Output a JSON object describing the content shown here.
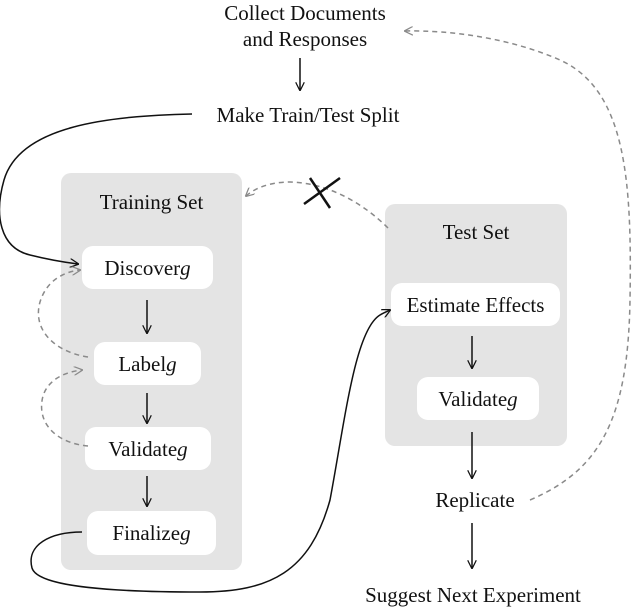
{
  "top": {
    "line1": "Collect Documents",
    "line2": "and Responses"
  },
  "split": {
    "label": "Make Train/Test Split"
  },
  "training": {
    "title": "Training Set",
    "steps": [
      {
        "text": "Discover ",
        "var": "g"
      },
      {
        "text": "Label ",
        "var": "g"
      },
      {
        "text": "Validate ",
        "var": "g"
      },
      {
        "text": "Finalize ",
        "var": "g"
      }
    ]
  },
  "test": {
    "title": "Test Set",
    "steps": [
      {
        "text": "Estimate Effects",
        "var": ""
      },
      {
        "text": "Validate ",
        "var": "g"
      }
    ]
  },
  "replicate": {
    "label": "Replicate"
  },
  "next": {
    "label": "Suggest Next Experiment"
  },
  "colors": {
    "panel": "#e4e4e4",
    "node": "#ffffff",
    "solid_arrow": "#111111",
    "dashed_arrow": "#8a8a8a"
  }
}
